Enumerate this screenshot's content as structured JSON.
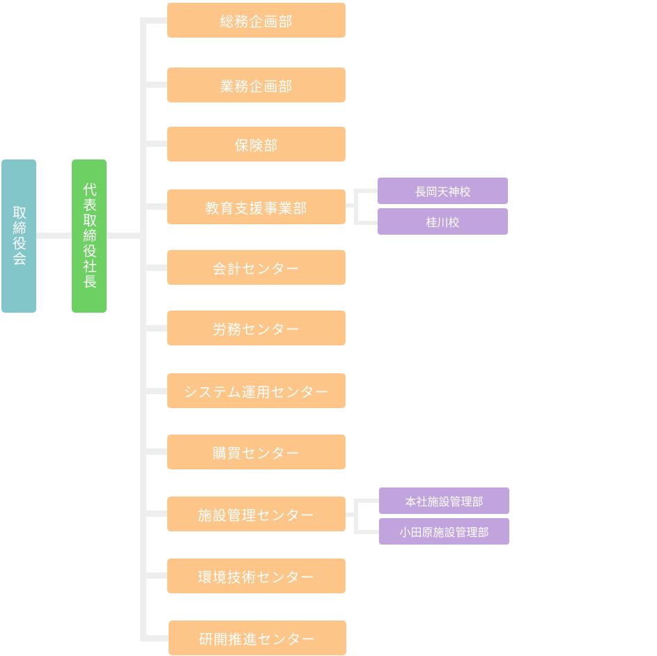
{
  "root": {
    "board": "取締役会",
    "president": "代表取締役社長"
  },
  "departments": [
    {
      "label": "総務企画部"
    },
    {
      "label": "業務企画部"
    },
    {
      "label": "保険部"
    },
    {
      "label": "教育支援事業部"
    },
    {
      "label": "会計センター"
    },
    {
      "label": "労務センター"
    },
    {
      "label": "システム運用センター"
    },
    {
      "label": "購買センター"
    },
    {
      "label": "施設管理センター"
    },
    {
      "label": "環境技術センター"
    },
    {
      "label": "研開推進センター"
    }
  ],
  "sub_units": {
    "education": [
      "長岡天神校",
      "桂川校"
    ],
    "facility": [
      "本社施設管理部",
      "小田原施設管理部"
    ]
  },
  "colors": {
    "board": "#82c6ca",
    "president": "#6dd063",
    "department": "#fec589",
    "sub_unit": "#c1a4dd",
    "connector": "#eeeeee"
  }
}
